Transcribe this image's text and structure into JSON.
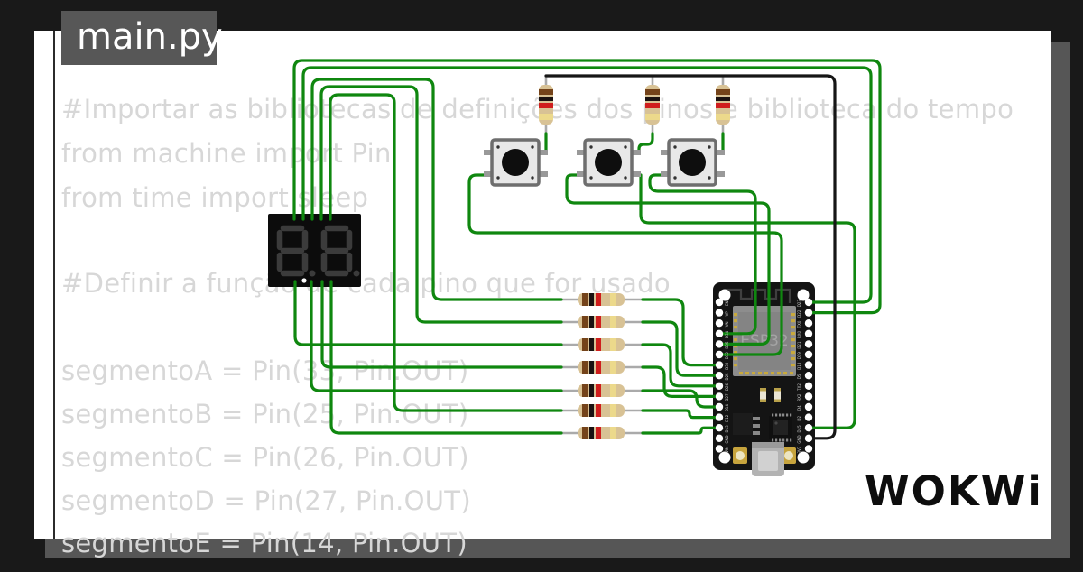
{
  "window": {
    "tab_label": "main.py",
    "brand_logo": "WOKWi"
  },
  "code": {
    "lines": [
      "#Importar as bibliotecas de definições dos pinos e biblioteca do tempo",
      "from machine import Pin",
      "from time import sleep",
      "#Definir a função de cada pino que for usado",
      "segmentoA = Pin(33, Pin.OUT)",
      "segmentoB = Pin(25, Pin.OUT)",
      "segmentoC = Pin(26, Pin.OUT)",
      "segmentoD = Pin(27, Pin.OUT)",
      "segmentoE = Pin(14, Pin.OUT)"
    ]
  },
  "circuit": {
    "esp32": {
      "label": "ESP32",
      "left_pin_labels": [
        "EN",
        "VP",
        "VN",
        "D34",
        "D35",
        "D32",
        "D33",
        "D25",
        "D26",
        "D27",
        "D14",
        "D12",
        "D13",
        "GND",
        "VIN"
      ],
      "right_pin_labels": [
        "D23",
        "D22",
        "TX0",
        "RX0",
        "D21",
        "D19",
        "D18",
        "D5",
        "TX2",
        "RX2",
        "D4",
        "D2",
        "D15",
        "GND",
        "3V3"
      ]
    },
    "components": {
      "seven_segment_display": "2-digit seven segment display",
      "pushbuttons": 3,
      "vertical_resistors": 3,
      "horizontal_resistors": 7
    },
    "colors": {
      "wire_green": "#0f870f",
      "wire_black": "#161616",
      "resistor_body": "#d8c295",
      "pcb_black": "#141414",
      "module_gray": "#8d8d8d",
      "tab_gray": "#575757",
      "code_text": "#d7d7d7"
    }
  }
}
